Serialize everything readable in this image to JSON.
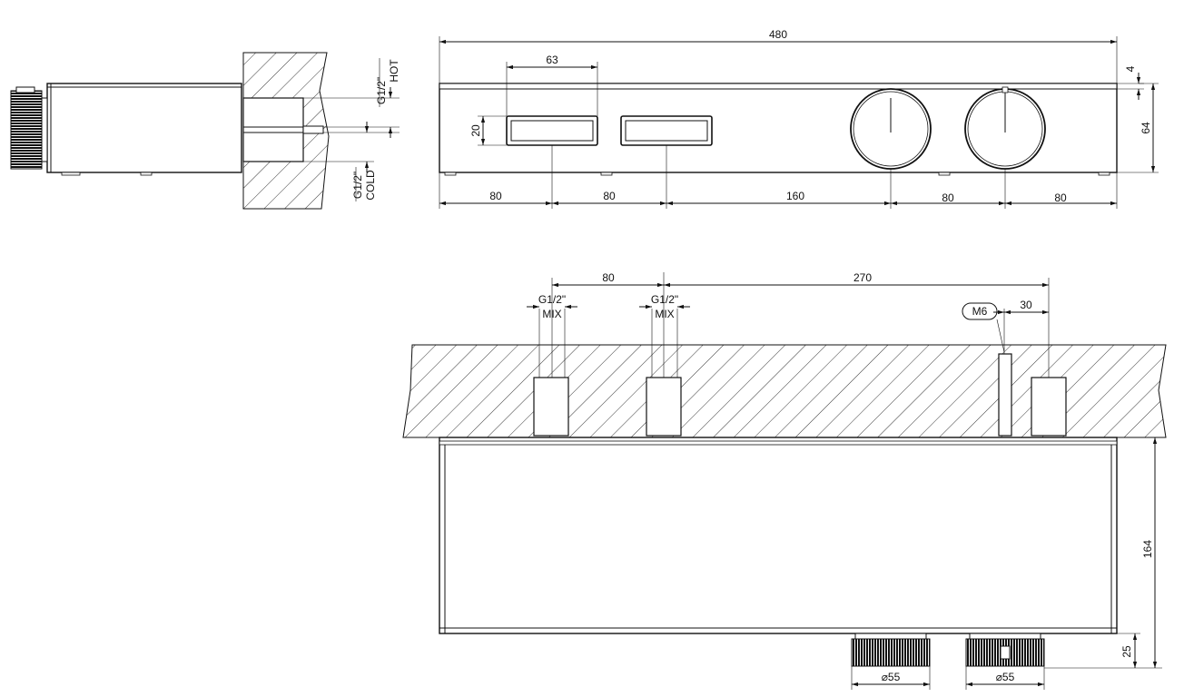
{
  "side_view": {
    "hot_label": "G1/2\"",
    "hot_sub": "HOT",
    "cold_label": "G1/2\"",
    "cold_sub": "COLD"
  },
  "front_view": {
    "dim_total": "480",
    "dim_button_width": "63",
    "dim_button_height": "20",
    "dim_plate": "4",
    "dim_height": "64",
    "dim_bottom": [
      "80",
      "80",
      "160",
      "80",
      "80"
    ]
  },
  "top_view": {
    "dim_outlet_spacing": "80",
    "dim_outlet_to_inlet": "270",
    "dim_screw_offset": "30",
    "outlet1_thread": "G1/2\"",
    "outlet1_sub": "MIX",
    "outlet2_thread": "G1/2\"",
    "outlet2_sub": "MIX",
    "screw_label": "M6",
    "dim_depth": "164",
    "dim_knob_depth": "25",
    "knob1_diameter": "⌀55",
    "knob2_diameter": "⌀55"
  }
}
